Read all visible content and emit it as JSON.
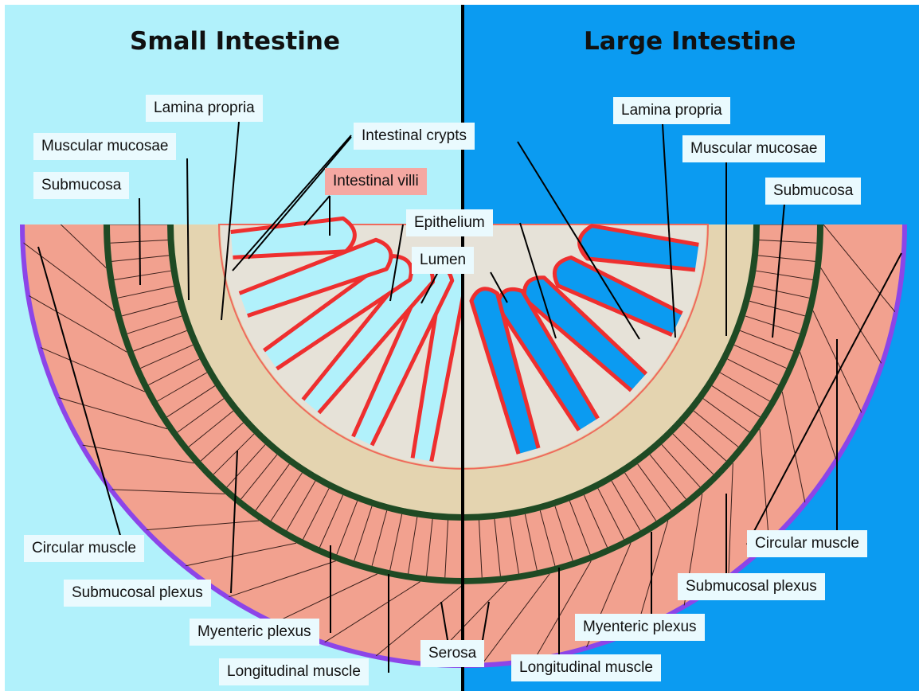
{
  "titles": {
    "left": "Small Intestine",
    "right": "Large Intestine"
  },
  "colors": {
    "left_bg": "#b1f1fb",
    "right_bg": "#0b9bf1",
    "serosa": "#8c45e8",
    "muscle": "#f2a18f",
    "plexus": "#1f4a24",
    "submucosa": "#e4d4b0",
    "mucosa": "#e6e2d8",
    "epithelium": "#ee2f2f",
    "villi_label_bg": "#f5a8a2"
  },
  "labels": {
    "lamina_propria_left": "Lamina propria",
    "muscular_mucosae_left": "Muscular mucosae",
    "submucosa_left": "Submucosa",
    "intestinal_crypts": "Intestinal crypts",
    "intestinal_villi": "Intestinal villi",
    "epithelium": "Epithelium",
    "lumen": "Lumen",
    "lamina_propria_right": "Lamina propria",
    "muscular_mucosae_right": "Muscular mucosae",
    "submucosa_right": "Submucosa",
    "circular_muscle_left": "Circular muscle",
    "submucosal_plexus_left": "Submucosal plexus",
    "myenteric_plexus_left": "Myenteric plexus",
    "longitudinal_muscle_left": "Longitudinal muscle",
    "serosa": "Serosa",
    "longitudinal_muscle_right": "Longitudinal muscle",
    "myenteric_plexus_right": "Myenteric plexus",
    "submucosal_plexus_right": "Submucosal plexus",
    "circular_muscle_right": "Circular muscle"
  }
}
